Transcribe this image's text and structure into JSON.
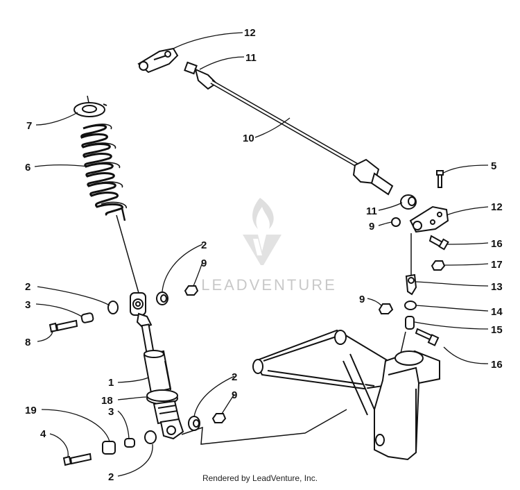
{
  "credit": "Rendered by LeadVenture, Inc.",
  "watermark": "LEADVENTURE",
  "callouts": [
    "12",
    "11",
    "7",
    "10",
    "6",
    "5",
    "11",
    "12",
    "9",
    "16",
    "17",
    "2",
    "9",
    "2",
    "3",
    "13",
    "9",
    "14",
    "8",
    "15",
    "16",
    "1",
    "2",
    "18",
    "9",
    "19",
    "3",
    "4",
    "2"
  ]
}
